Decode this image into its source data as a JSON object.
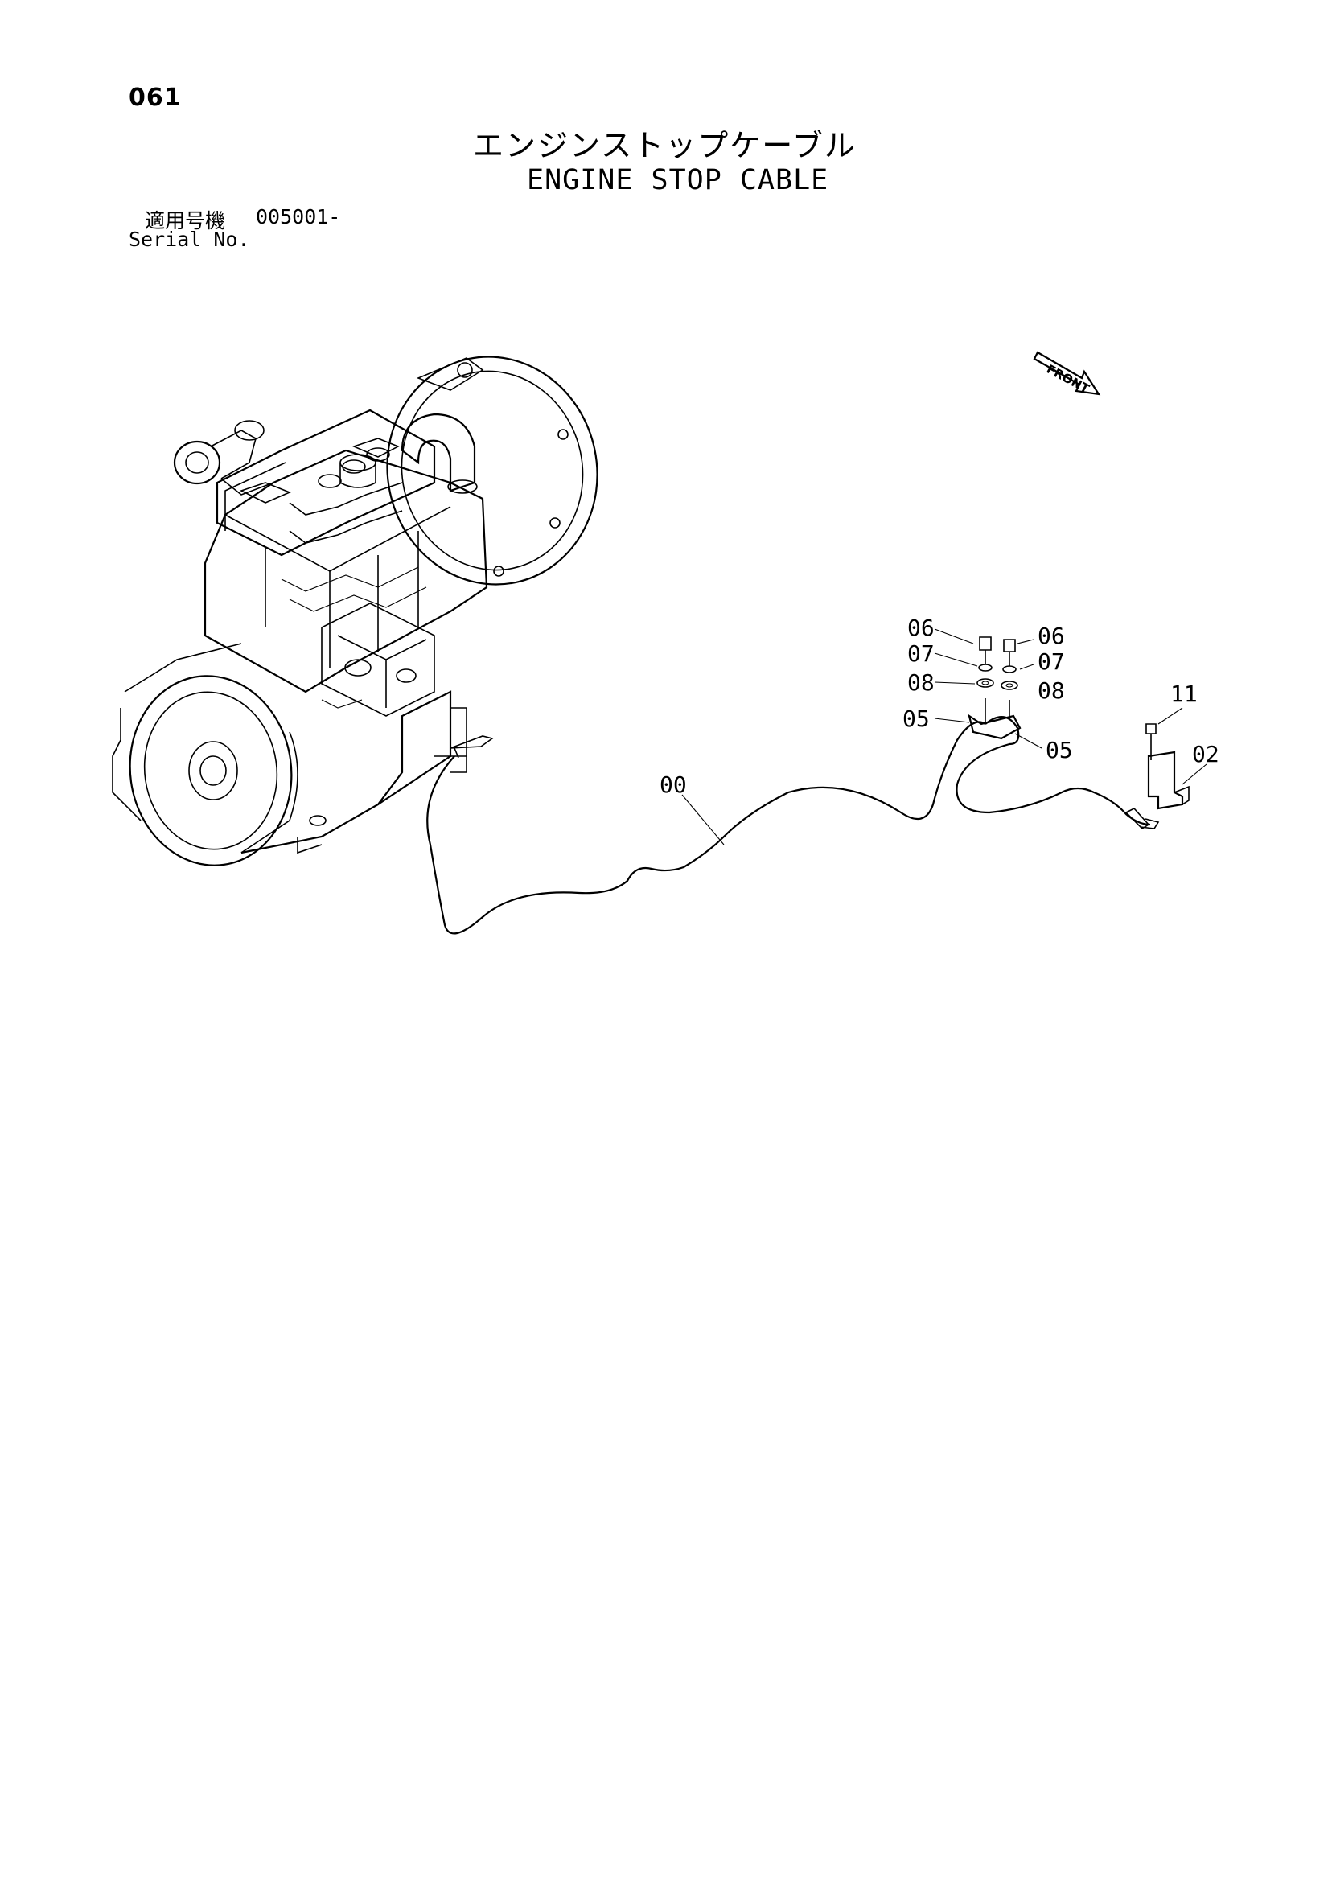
{
  "header": {
    "page_number": "061",
    "title_jp": "エンジンストップケーブル",
    "title_en": "ENGINE STOP CABLE"
  },
  "serial": {
    "label_jp": "適用号機",
    "value": "005001-",
    "label_en": "Serial No."
  },
  "diagram": {
    "direction_marker": "FRONT",
    "callouts": {
      "cable": "00",
      "bracket_lever": "02",
      "clamp_left": "05",
      "clamp_right": "05",
      "bolt_left": "06",
      "bolt_right": "06",
      "lock_washer_left": "07",
      "lock_washer_right": "07",
      "washer_left": "08",
      "washer_right": "08",
      "bolt_bracket": "11"
    }
  }
}
